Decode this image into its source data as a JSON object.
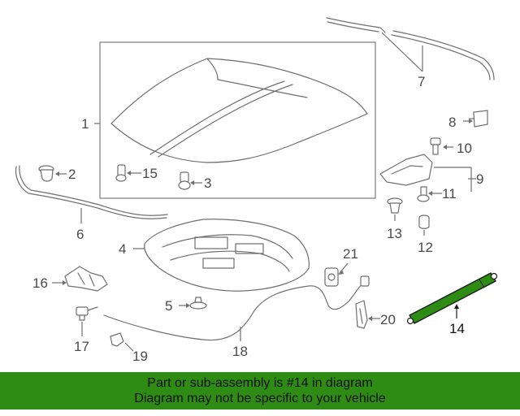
{
  "callouts": {
    "c1": "1",
    "c2": "2",
    "c3": "3",
    "c4": "4",
    "c5": "5",
    "c6": "6",
    "c7": "7",
    "c8": "8",
    "c9": "9",
    "c10": "10",
    "c11": "11",
    "c12": "12",
    "c13": "13",
    "c14": "14",
    "c15": "15",
    "c16": "16",
    "c17": "17",
    "c18": "18",
    "c19": "19",
    "c20": "20",
    "c21": "21"
  },
  "highlight": {
    "part": "14",
    "color": "#2e8b14"
  },
  "footer": {
    "line1": "Part or sub-assembly is #14 in diagram",
    "line2": "Diagram may not be specific to your vehicle",
    "background": "#2e8b14"
  }
}
